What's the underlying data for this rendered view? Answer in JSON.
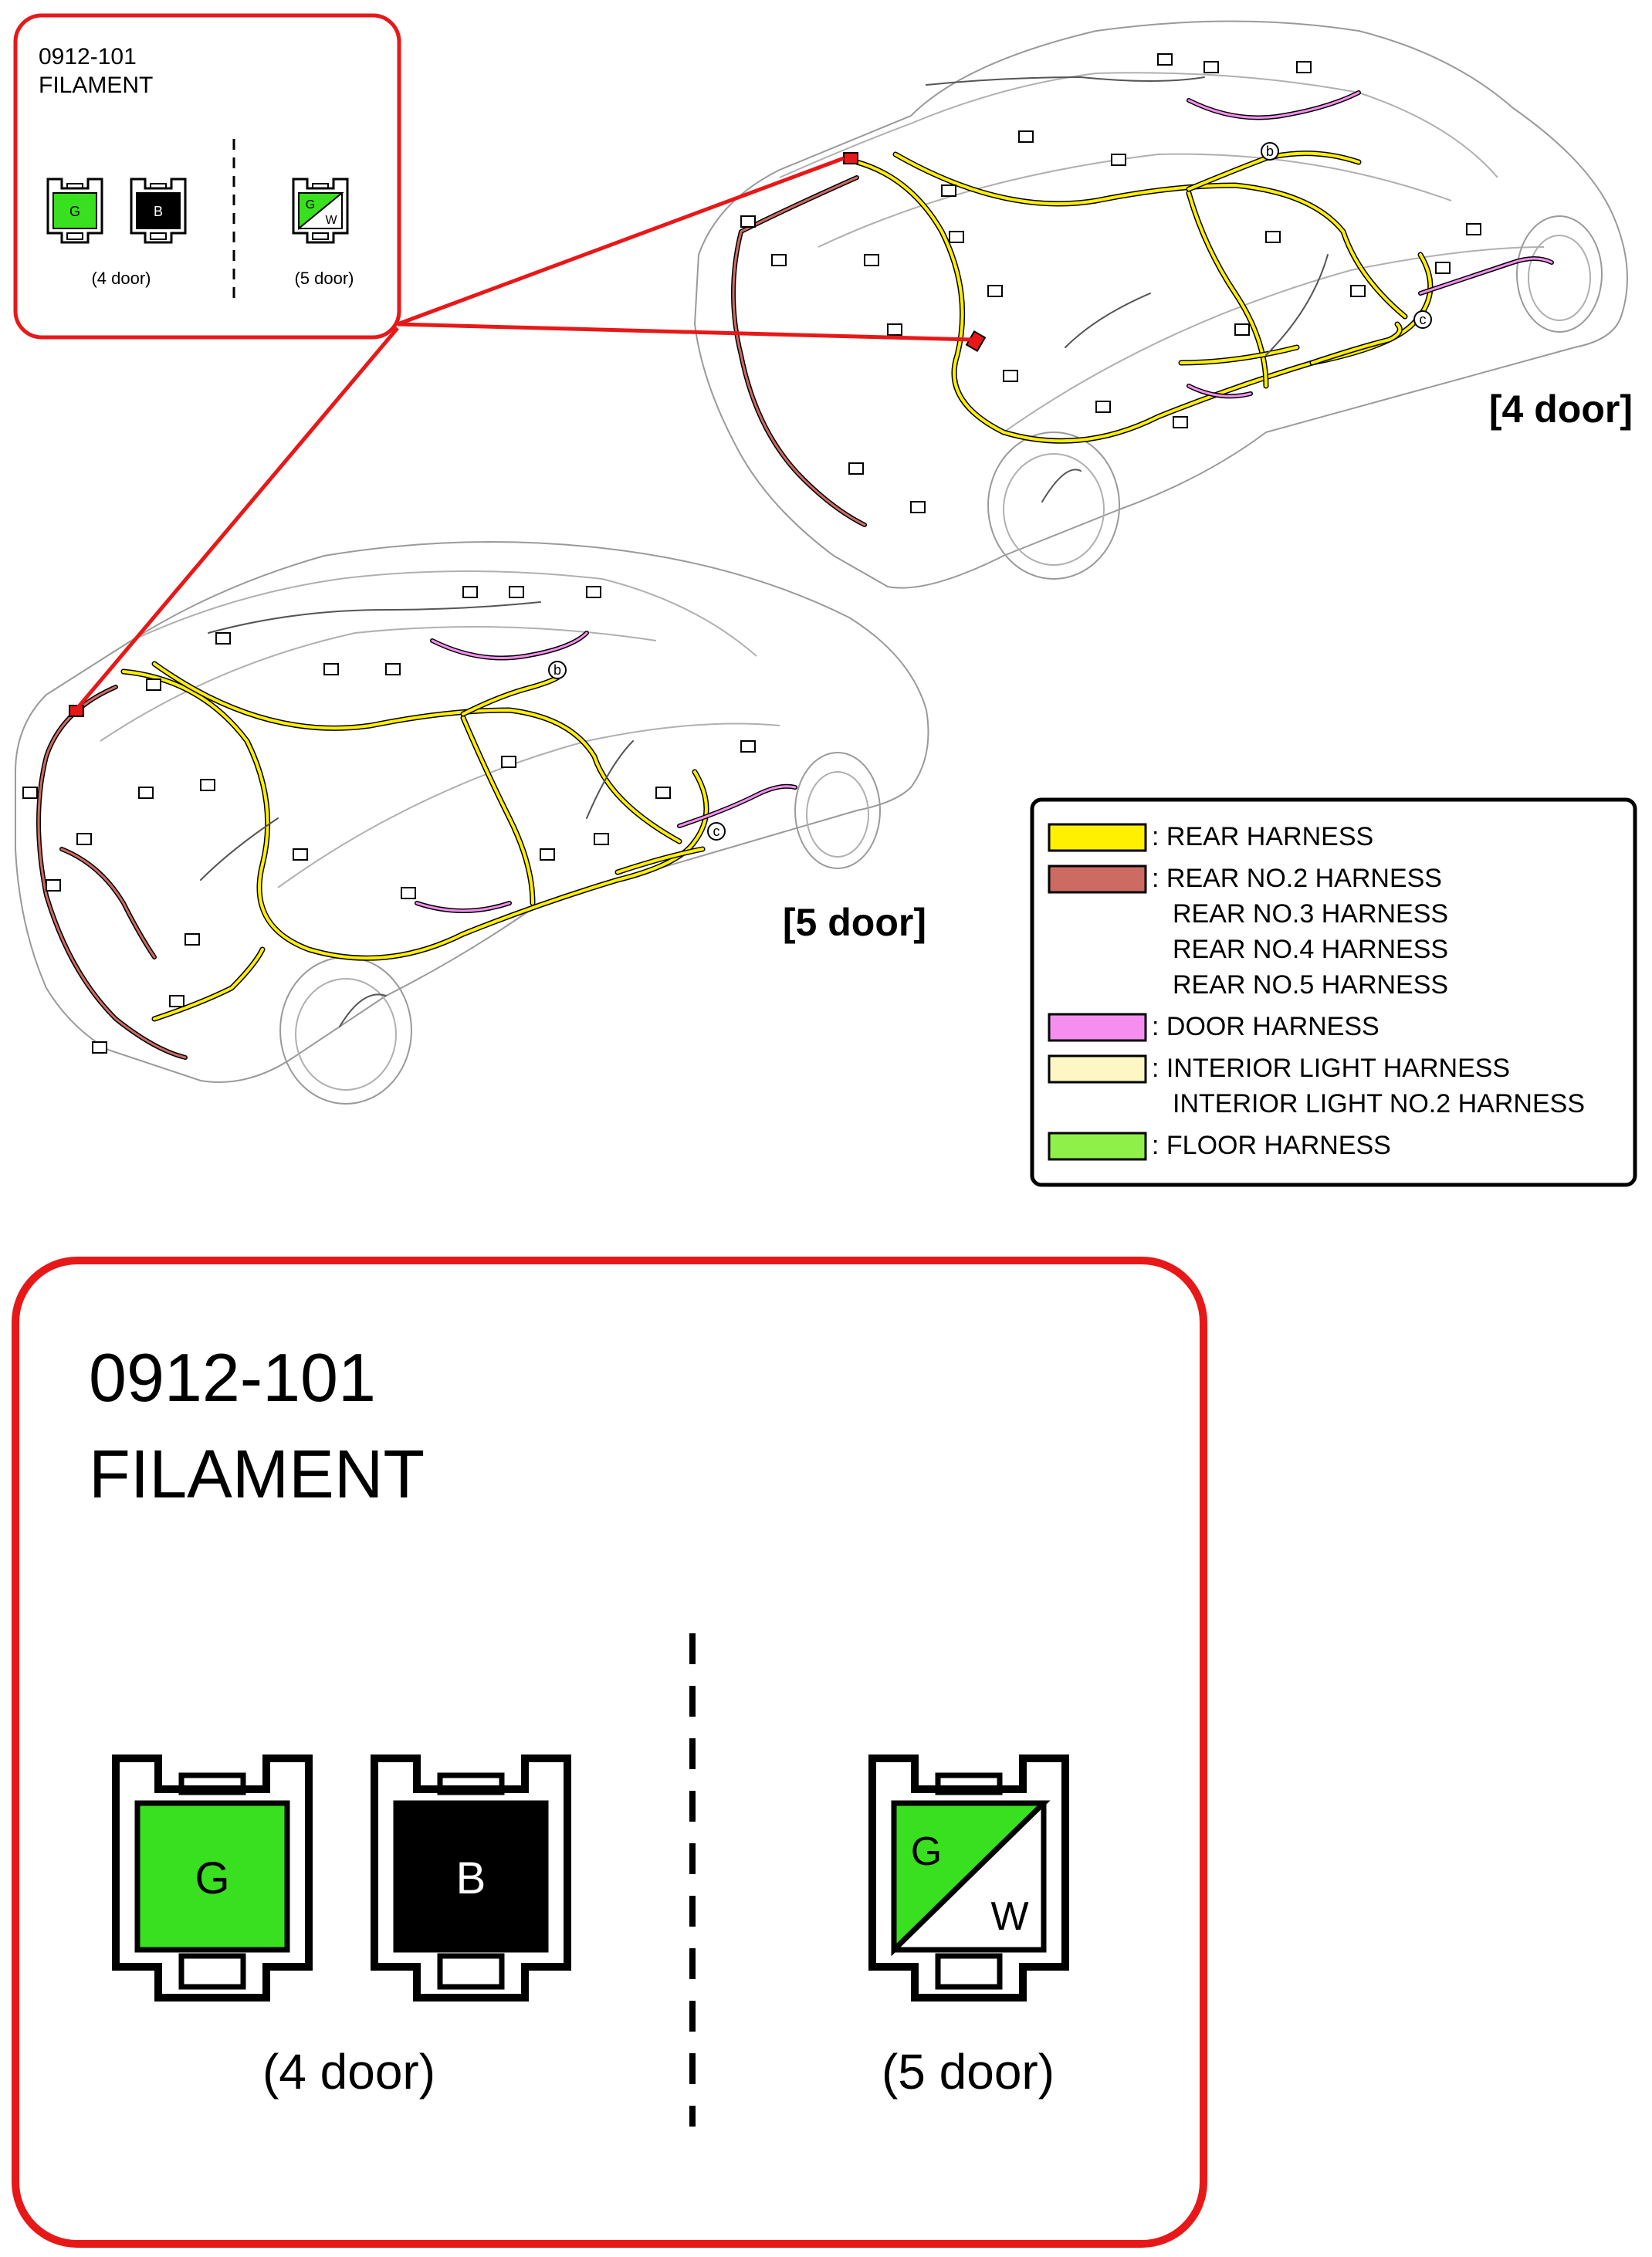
{
  "small_callout": {
    "part_number": "0912-101",
    "part_name": "FILAMENT",
    "connectors": [
      {
        "id": "4door-g",
        "color_code": "G",
        "fill": "#39e01f"
      },
      {
        "id": "4door-b",
        "color_code": "B",
        "fill": "#000000"
      },
      {
        "id": "5door-gw",
        "color_code_top": "G",
        "color_code_bottom": "W",
        "fill_top": "#39e01f",
        "fill_bottom": "#ffffff"
      }
    ],
    "label_4door": "(4 door)",
    "label_5door": "(5 door)"
  },
  "views": {
    "four_door": "[4 door]",
    "five_door": "[5 door]"
  },
  "markers": {
    "b": "b",
    "c": "c"
  },
  "legend": {
    "items": [
      {
        "color": "#ffef00",
        "lines": [
          ": REAR HARNESS"
        ]
      },
      {
        "color": "#cd6a62",
        "lines": [
          ": REAR NO.2 HARNESS",
          "REAR NO.3 HARNESS",
          "REAR NO.4 HARNESS",
          "REAR NO.5 HARNESS"
        ]
      },
      {
        "color": "#f68ef0",
        "lines": [
          ": DOOR HARNESS"
        ]
      },
      {
        "color": "#fdf7c4",
        "lines": [
          ": INTERIOR LIGHT HARNESS",
          "INTERIOR LIGHT NO.2 HARNESS"
        ]
      },
      {
        "color": "#8ef049",
        "lines": [
          ": FLOOR HARNESS"
        ]
      }
    ]
  },
  "large_callout": {
    "part_number": "0912-101",
    "part_name": "FILAMENT",
    "label_4door": "(4 door)",
    "label_5door": "(5 door)",
    "connector_g": "G",
    "connector_b": "B",
    "connector_gw_top": "G",
    "connector_gw_bottom": "W"
  },
  "colors": {
    "callout_border": "#e81818",
    "harness_yellow": "#ffef00",
    "harness_red": "#cd6a62",
    "harness_pink": "#f68ef0",
    "harness_cream": "#fdf7c4",
    "harness_green": "#8ef049",
    "connector_green": "#39e01f"
  }
}
